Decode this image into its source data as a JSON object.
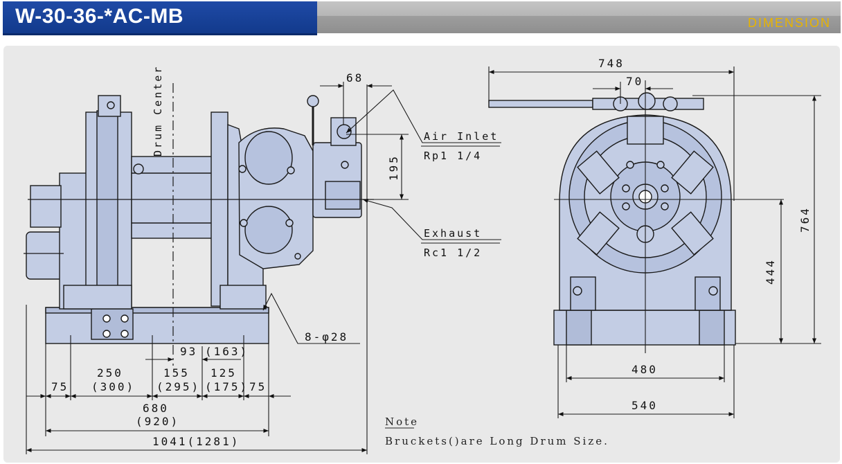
{
  "header": {
    "title": "W-30-36-*AC-MB",
    "section": "DIMENSION"
  },
  "annotations": {
    "drum_center": "Drum Center",
    "air_inlet": "Air Inlet",
    "air_inlet_size": "Rp1 1/4",
    "exhaust": "Exhaust",
    "exhaust_size": "Rc1 1/2",
    "bolt_holes": "8-φ28"
  },
  "side_dims": {
    "d68": "68",
    "d195": "195",
    "d93": "93",
    "d163": "(163)",
    "d250": "250",
    "d300": "(300)",
    "d155": "155",
    "d295": "(295)",
    "d125": "125",
    "d175": "(175)",
    "d75_left": "75",
    "d75_right": "75",
    "d680": "680",
    "d920": "(920)",
    "d1041": "1041(1281)"
  },
  "front_dims": {
    "d748": "748",
    "d70": "70",
    "d764": "764",
    "d444": "444",
    "d480": "480",
    "d540": "540"
  },
  "note": {
    "heading": "Note",
    "text": "Bruckets()are Long Drum Size."
  },
  "colors": {
    "body": "#c3cde4",
    "line": "#1a1a1a",
    "header_blue": "#1a44a0",
    "accent": "#e8b400"
  }
}
